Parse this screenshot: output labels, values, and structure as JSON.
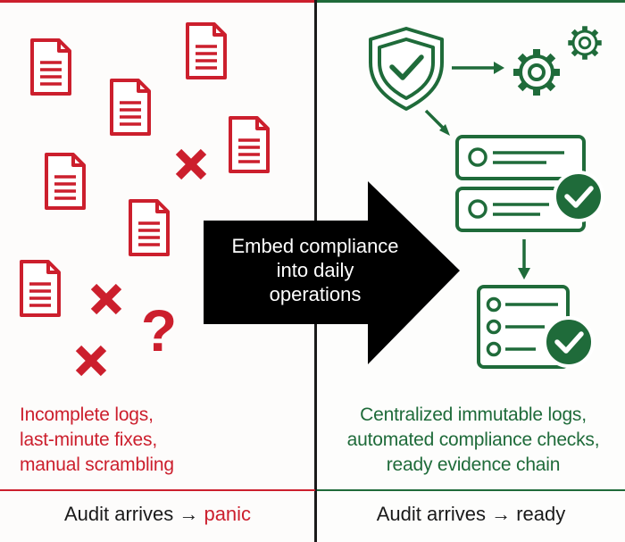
{
  "left": {
    "description": [
      "Incomplete logs,",
      "last-minute fixes,",
      "manual scrambling"
    ],
    "outcome_prefix": "Audit arrives → ",
    "outcome_word": "panic",
    "icons": [
      "document-icon",
      "x-mark-icon",
      "question-mark-icon"
    ]
  },
  "center": {
    "arrow_text": [
      "Embed compliance",
      "into daily",
      "operations"
    ]
  },
  "right": {
    "description": [
      "Centralized immutable logs,",
      "automated compliance checks,",
      "ready evidence chain"
    ],
    "outcome": "Audit arrives → ready",
    "icons": [
      "shield-check-icon",
      "gears-icon",
      "checklist-icon",
      "check-badge-icon"
    ]
  },
  "colors": {
    "red": "#cc1f2d",
    "green": "#1f6b3a",
    "arrow": "#000000"
  }
}
